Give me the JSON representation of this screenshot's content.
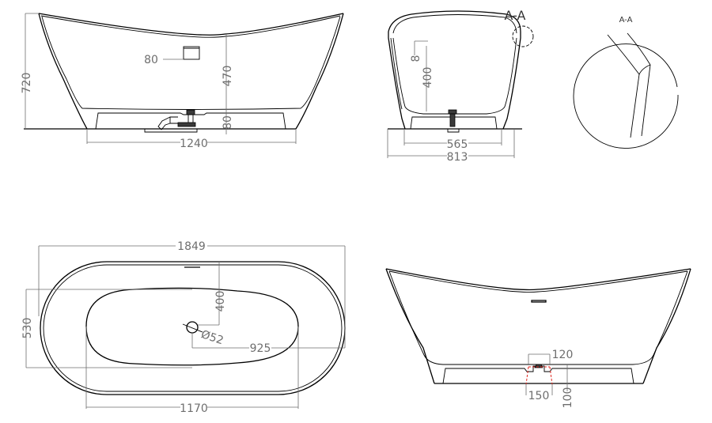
{
  "drawing": {
    "colors": {
      "outline": "#000000",
      "dimension": "#6e6e6e",
      "hidden_cut": "#e0261f",
      "background": "#ffffff"
    },
    "side_view": {
      "dims": {
        "height": "720",
        "overflow_size": "80",
        "overflow_height": "470",
        "drain_height": "80",
        "base_length": "1240"
      }
    },
    "end_view": {
      "section_label": "A-A",
      "dims": {
        "wall": "8",
        "depth": "400",
        "base_width": "565",
        "width": "813"
      }
    },
    "detail_view": {
      "label": "A-A"
    },
    "plan_view": {
      "dims": {
        "length": "1849",
        "width": "530",
        "drain_offset_y": "400",
        "drain_diameter": "Ø52",
        "drain_offset_x": "925",
        "inner_length": "1170"
      }
    },
    "front_view": {
      "dims": {
        "drain_top": "120",
        "drain_bottom": "150",
        "drain_height": "100"
      }
    }
  }
}
